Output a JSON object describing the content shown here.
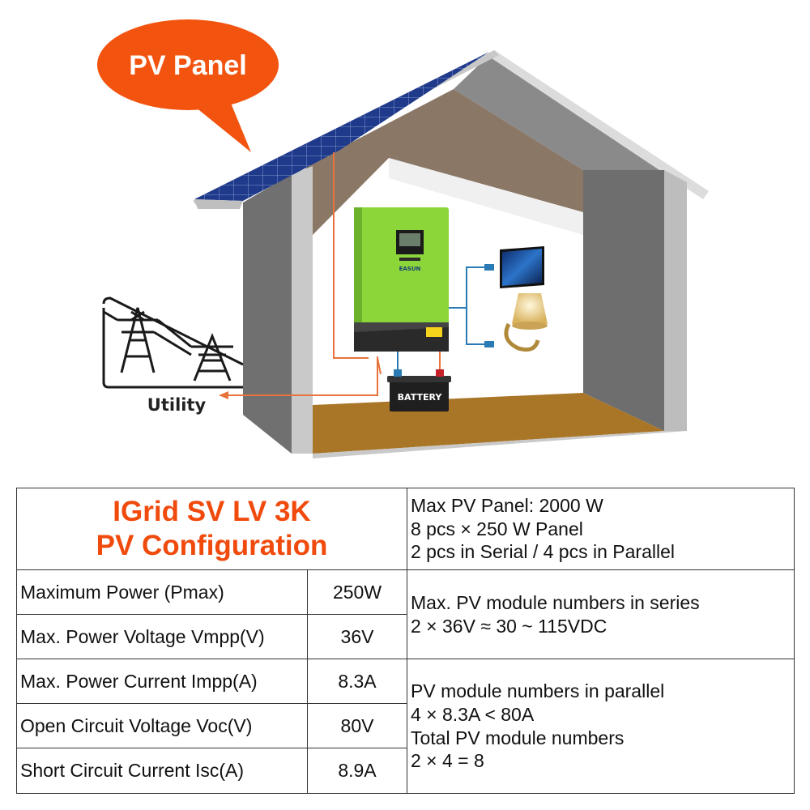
{
  "diagram": {
    "callout": "PV Panel",
    "utility_label": "Utility",
    "battery_label": "BATTERY",
    "inverter_brand": "EASUN",
    "colors": {
      "callout": "#f25410",
      "inverter_green": "#8cd63a",
      "roof_grey": "#7d7d7d",
      "floor_brown": "#a97527",
      "wire_orange": "#e8733a",
      "wire_blue": "#2a7bb5"
    }
  },
  "table": {
    "title_line1": "IGrid SV LV 3K",
    "title_line2": "PV Configuration",
    "summary": [
      "Max PV Panel: 2000 W",
      "8 pcs × 250 W Panel",
      "2 pcs in Serial / 4 pcs in Parallel"
    ],
    "rows": [
      {
        "label": "Maximum Power (Pmax)",
        "value": "250W"
      },
      {
        "label": "Max. Power Voltage Vmpp(V)",
        "value": "36V"
      },
      {
        "label": "Max. Power Current Impp(A)",
        "value": "8.3A"
      },
      {
        "label": "Open Circuit Voltage Voc(V)",
        "value": "80V"
      },
      {
        "label": "Short Circuit Current Isc(A)",
        "value": "8.9A"
      }
    ],
    "series_note": [
      "Max. PV module numbers in series",
      "2 × 36V ≈ 30 ~ 115VDC"
    ],
    "parallel_note": [
      "PV module numbers in parallel",
      "4 × 8.3A < 80A",
      "Total PV module numbers",
      "2 × 4 = 8"
    ]
  }
}
